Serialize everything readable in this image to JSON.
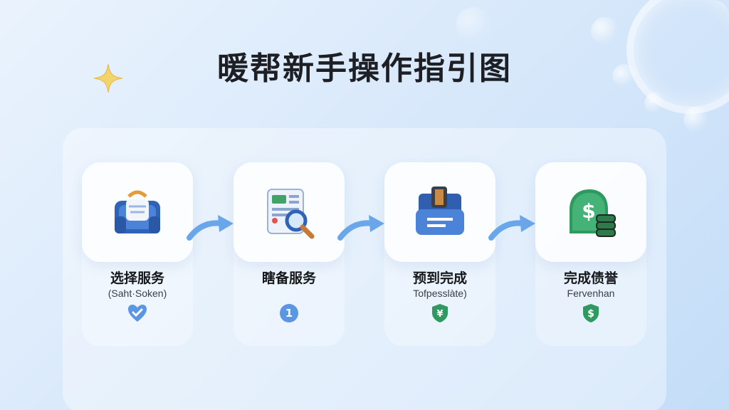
{
  "title": "暖帮新手操作指引图",
  "steps": [
    {
      "label": "选择服务",
      "sub": "(Saht·Soken)",
      "icon": "service-bag-icon",
      "badge": "check-heart-icon"
    },
    {
      "label": "瞎备服务",
      "sub": "",
      "icon": "document-search-icon",
      "badge": "number-one-icon",
      "badge_text": "1"
    },
    {
      "label": "预到完成",
      "sub": "Tofpesslàte)",
      "icon": "suitcase-card-icon",
      "badge": "shield-dollar-icon",
      "badge_text": "¥"
    },
    {
      "label": "完成债誉",
      "sub": "Fervenhan",
      "icon": "money-bag-icon",
      "badge": "shield-dollar-icon",
      "badge_text": "$"
    }
  ],
  "colors": {
    "accent_blue": "#3f7fd6",
    "arrow_blue": "#6aa6ea",
    "green": "#2e9a5f",
    "title": "#1d1f24"
  }
}
